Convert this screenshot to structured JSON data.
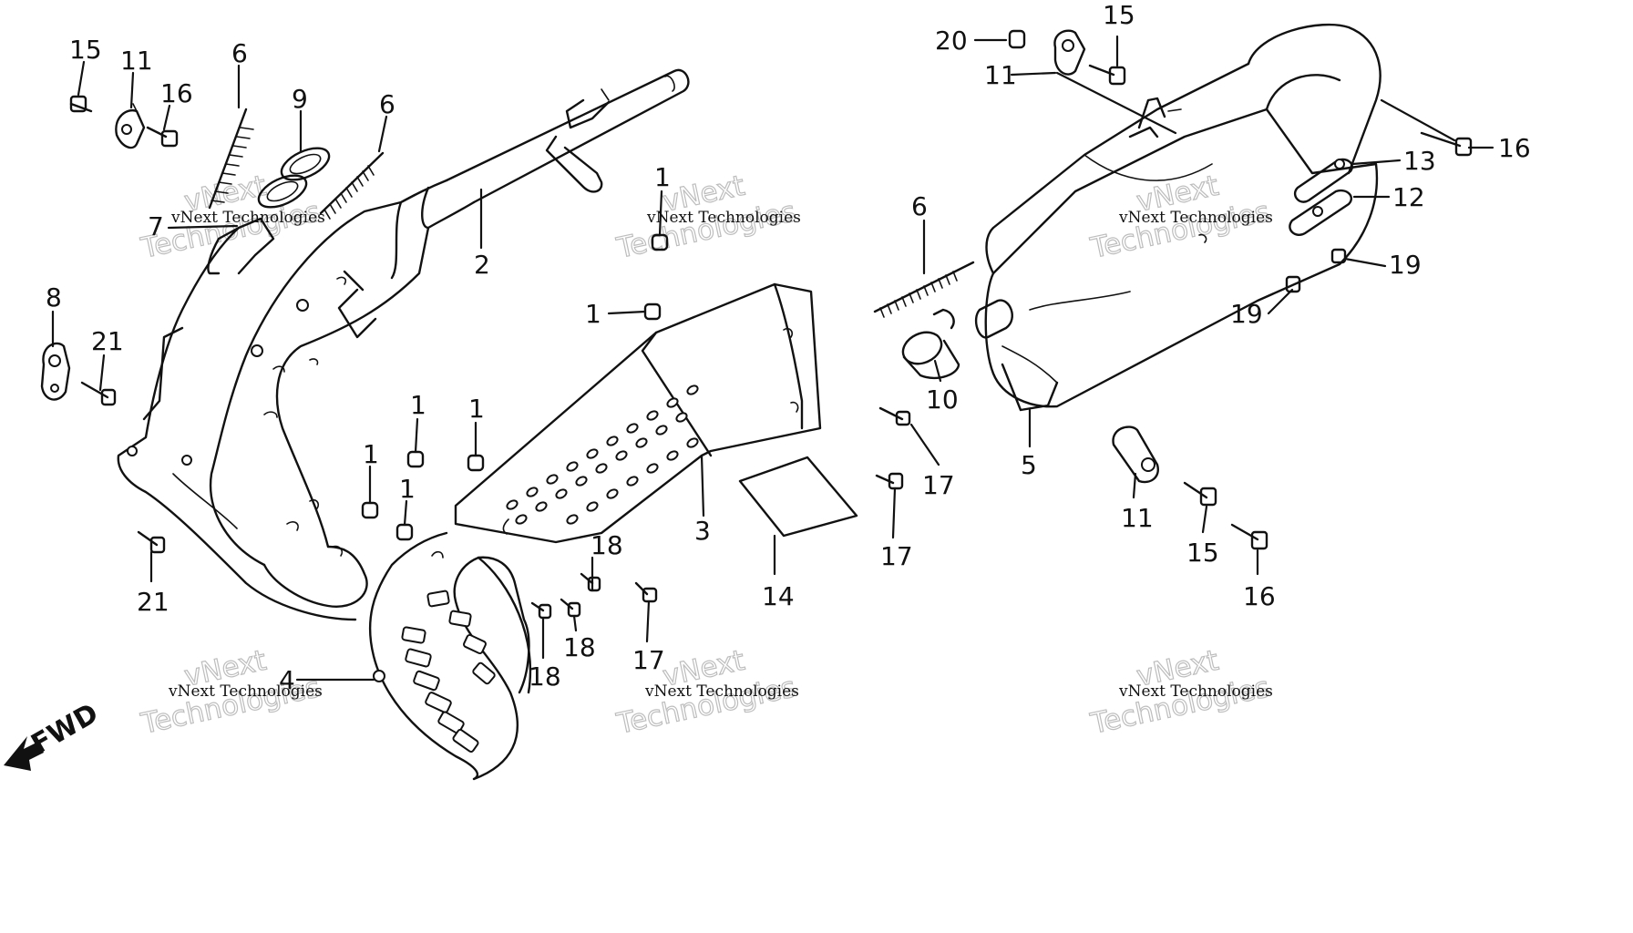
{
  "diagram": {
    "direction_label": "FWD",
    "watermark": {
      "line1": "vNext Technologies",
      "line2": "vNext",
      "line3": "Technologies"
    },
    "callouts": {
      "c1a": "1",
      "c1b": "1",
      "c1c": "1",
      "c1d": "1",
      "c1e": "1",
      "c1f": "1",
      "c2": "2",
      "c3": "3",
      "c4": "4",
      "c5": "5",
      "c6a": "6",
      "c6b": "6",
      "c6c": "6",
      "c7": "7",
      "c8": "8",
      "c9": "9",
      "c10": "10",
      "c11a": "11",
      "c11b": "11",
      "c11c": "11",
      "c12": "12",
      "c13": "13",
      "c14": "14",
      "c15a": "15",
      "c15b": "15",
      "c15c": "15",
      "c16a": "16",
      "c16b": "16",
      "c16c": "16",
      "c17a": "17",
      "c17b": "17",
      "c17c": "17",
      "c18a": "18",
      "c18b": "18",
      "c18c": "18",
      "c19a": "19",
      "c19b": "19",
      "c20": "20",
      "c21a": "21",
      "c21b": "21"
    }
  }
}
